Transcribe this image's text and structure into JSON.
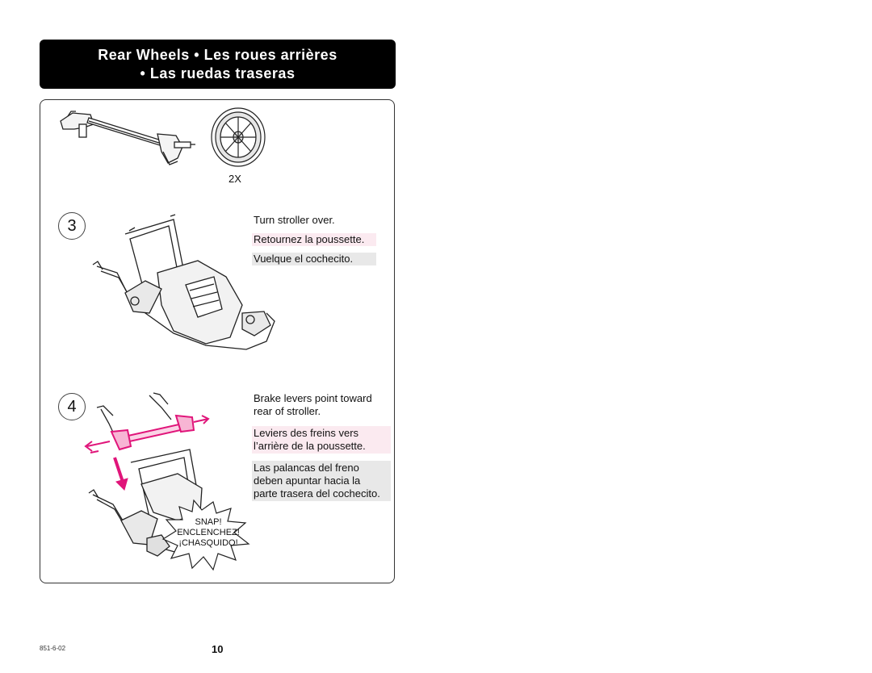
{
  "header": {
    "line1": "Rear Wheels • Les roues arrières",
    "line2": "• Las ruedas traseras"
  },
  "parts": {
    "count": "2X"
  },
  "step3": {
    "number": "3",
    "en": "Turn stroller over.",
    "fr": "Retournez la poussette.",
    "es": "Vuelque el cochecito."
  },
  "step4": {
    "number": "4",
    "en_line1": "Brake levers point toward",
    "en_line2": "rear of stroller.",
    "fr_line1": "Leviers des freins vers",
    "fr_line2": "l’arrière de la poussette.",
    "es_line1": "Las palancas del freno",
    "es_line2": "deben apuntar hacia la",
    "es_line3": "parte trasera del cochecito.",
    "snap1": "SNAP!",
    "snap2": "ENCLENCHEZ!",
    "snap3": "¡CHASQUIDO!"
  },
  "footer": {
    "code": "851-6-02",
    "page": "10"
  },
  "colors": {
    "accent": "#e0157a",
    "header_bg": "#000000"
  }
}
